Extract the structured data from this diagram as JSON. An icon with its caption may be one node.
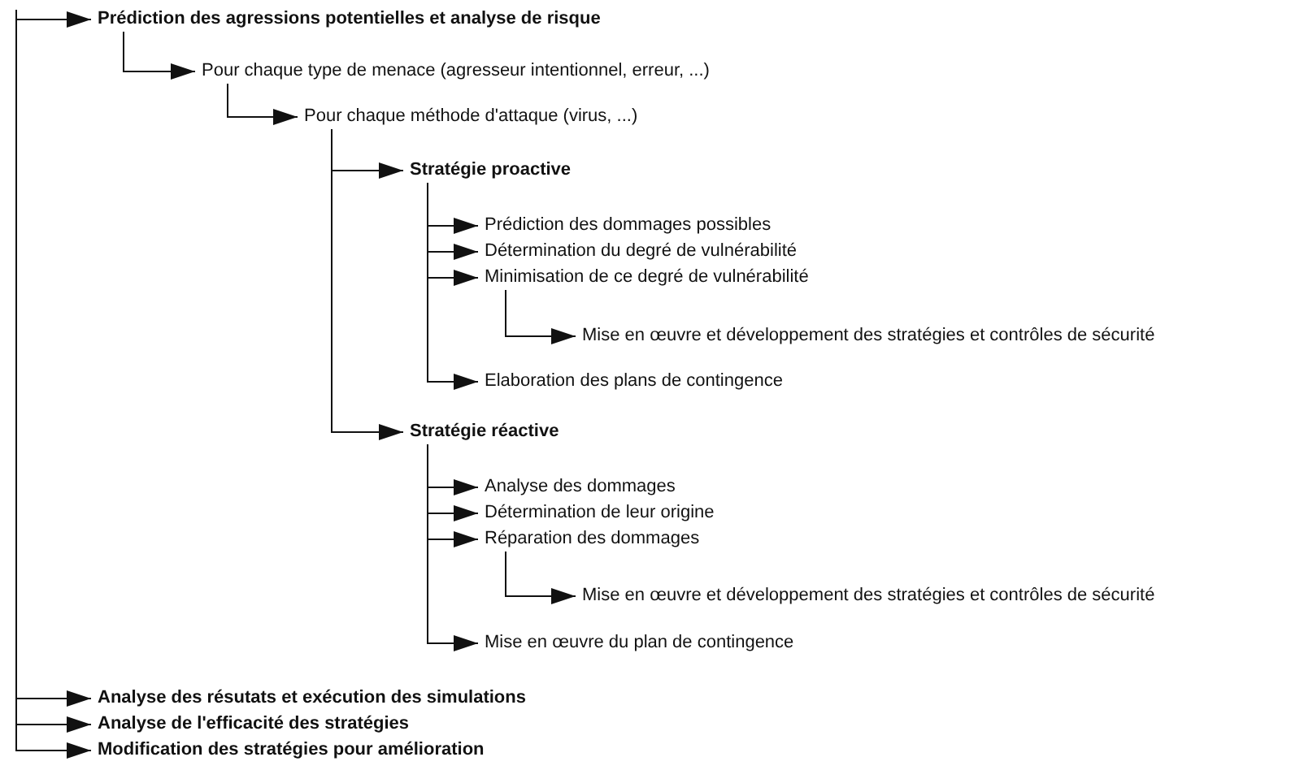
{
  "diagram": {
    "nodes": [
      {
        "text": [
          "Prédiction des agressions potentielles et analyse de risque"
        ]
      },
      {
        "text": [
          "Pour chaque type de menace (agresseur intentionnel, erreur, ...)"
        ]
      },
      {
        "text": [
          "Pour chaque méthode d'attaque (virus, ...)"
        ]
      },
      {
        "text": [
          "Stratégie proactive"
        ]
      },
      {
        "text": [
          "Prédiction des dommages possibles"
        ]
      },
      {
        "text": [
          "Détermination du degré de vulnérabilité"
        ]
      },
      {
        "text": [
          "Minimisation de ce degré de vulnérabilité"
        ]
      },
      {
        "text": [
          "Mise en œuvre et développement des stratégies et contrôles de sécurité"
        ]
      },
      {
        "text": [
          "Elaboration des plans de contingence"
        ]
      },
      {
        "text": [
          "Stratégie réactive"
        ]
      },
      {
        "text": [
          "Analyse des dommages"
        ]
      },
      {
        "text": [
          "Détermination de leur origine"
        ]
      },
      {
        "text": [
          "Réparation des dommages"
        ]
      },
      {
        "text": [
          "Mise en œuvre et développement des stratégies et contrôles de sécurité"
        ]
      },
      {
        "text": [
          "Mise en œuvre du plan de contingence"
        ]
      },
      {
        "text": [
          "Analyse des résutats et exécution des simulations"
        ]
      },
      {
        "text": [
          "Analyse de l'efficacité des stratégies"
        ]
      },
      {
        "text": [
          "Modification des stratégies pour amélioration"
        ]
      }
    ],
    "edges": [
      {
        "from": null,
        "to": 0,
        "arrow": "to"
      },
      {
        "from": 0,
        "to": 1,
        "arrow": "to"
      },
      {
        "from": 1,
        "to": 2,
        "arrow": "to"
      },
      {
        "from": 2,
        "to": 3,
        "arrow": "to"
      },
      {
        "from": 3,
        "to": 4,
        "arrow": "to"
      },
      {
        "from": 3,
        "to": 5,
        "arrow": "to"
      },
      {
        "from": 3,
        "to": 6,
        "arrow": "to"
      },
      {
        "from": 6,
        "to": 7,
        "arrow": "to"
      },
      {
        "from": 3,
        "to": 8,
        "arrow": "to"
      },
      {
        "from": 2,
        "to": 9,
        "arrow": "to"
      },
      {
        "from": 9,
        "to": 10,
        "arrow": "to"
      },
      {
        "from": 9,
        "to": 11,
        "arrow": "to"
      },
      {
        "from": 9,
        "to": 12,
        "arrow": "to"
      },
      {
        "from": 12,
        "to": 13,
        "arrow": "to"
      },
      {
        "from": 9,
        "to": 14,
        "arrow": "to"
      },
      {
        "from": null,
        "to": 15,
        "arrow": "to"
      },
      {
        "from": null,
        "to": 16,
        "arrow": "to"
      },
      {
        "from": null,
        "to": 17,
        "arrow": "to"
      }
    ]
  }
}
